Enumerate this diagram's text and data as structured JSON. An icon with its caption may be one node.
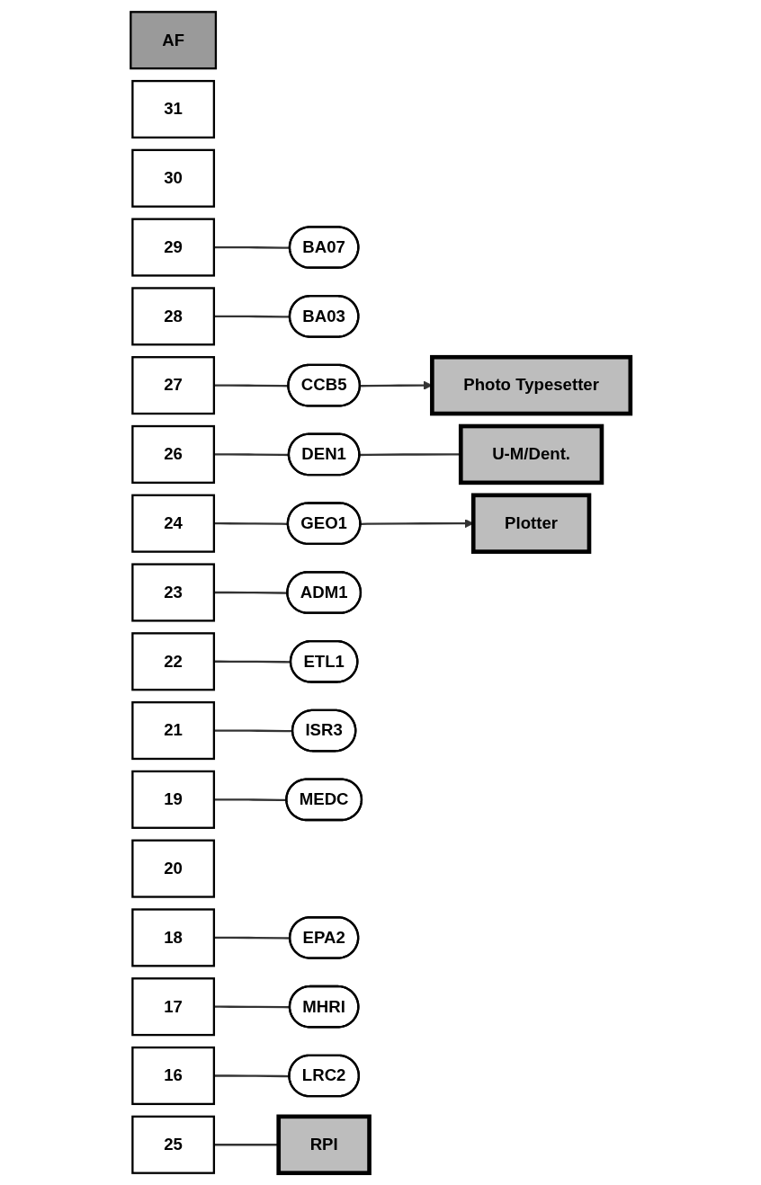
{
  "diagram": {
    "nodes": [
      {
        "text": [
          "AF"
        ]
      },
      {
        "text": [
          "31"
        ]
      },
      {
        "text": [
          "30"
        ]
      },
      {
        "text": [
          "29"
        ]
      },
      {
        "text": [
          "28"
        ]
      },
      {
        "text": [
          "27"
        ]
      },
      {
        "text": [
          "26"
        ]
      },
      {
        "text": [
          "25"
        ]
      },
      {
        "text": [
          "24"
        ]
      },
      {
        "text": [
          "23"
        ]
      },
      {
        "text": [
          "22"
        ]
      },
      {
        "text": [
          "21"
        ]
      },
      {
        "text": [
          "20"
        ]
      },
      {
        "text": [
          "19"
        ]
      },
      {
        "text": [
          "18"
        ]
      },
      {
        "text": [
          "17"
        ]
      },
      {
        "text": [
          "16"
        ]
      },
      {
        "text": [
          "BA07"
        ]
      },
      {
        "text": [
          "BA03"
        ]
      },
      {
        "text": [
          "CCB5"
        ]
      },
      {
        "text": [
          "DEN1"
        ]
      },
      {
        "text": [
          "GEO1"
        ]
      },
      {
        "text": [
          "ADM1"
        ]
      },
      {
        "text": [
          "ETL1"
        ]
      },
      {
        "text": [
          "ISR3"
        ]
      },
      {
        "text": [
          "MEDC"
        ]
      },
      {
        "text": [
          "EPA2"
        ]
      },
      {
        "text": [
          "MHRI"
        ]
      },
      {
        "text": [
          "LRC2"
        ]
      },
      {
        "text": [
          "Photo Typesetter"
        ]
      },
      {
        "text": [
          "U-M/Dent."
        ]
      },
      {
        "text": [
          "RPI"
        ]
      },
      {
        "text": [
          "Plotter"
        ]
      }
    ],
    "edges": [
      {
        "from": 3,
        "to": 17,
        "arrow": "none"
      },
      {
        "from": 4,
        "to": 18,
        "arrow": "none"
      },
      {
        "from": 5,
        "to": 19,
        "arrow": "none"
      },
      {
        "from": 19,
        "to": 29,
        "arrow": "to"
      },
      {
        "from": 6,
        "to": 20,
        "arrow": "none"
      },
      {
        "from": 20,
        "to": 30,
        "arrow": "none"
      },
      {
        "from": 7,
        "to": 31,
        "arrow": "none"
      },
      {
        "from": 8,
        "to": 21,
        "arrow": "none"
      },
      {
        "from": 21,
        "to": 32,
        "arrow": "to"
      },
      {
        "from": 9,
        "to": 22,
        "arrow": "none"
      },
      {
        "from": 10,
        "to": 23,
        "arrow": "none"
      },
      {
        "from": 11,
        "to": 24,
        "arrow": "none"
      },
      {
        "from": 13,
        "to": 25,
        "arrow": "none"
      },
      {
        "from": 14,
        "to": 26,
        "arrow": "none"
      },
      {
        "from": 15,
        "to": 27,
        "arrow": "none"
      },
      {
        "from": 16,
        "to": 28,
        "arrow": "none"
      }
    ]
  }
}
